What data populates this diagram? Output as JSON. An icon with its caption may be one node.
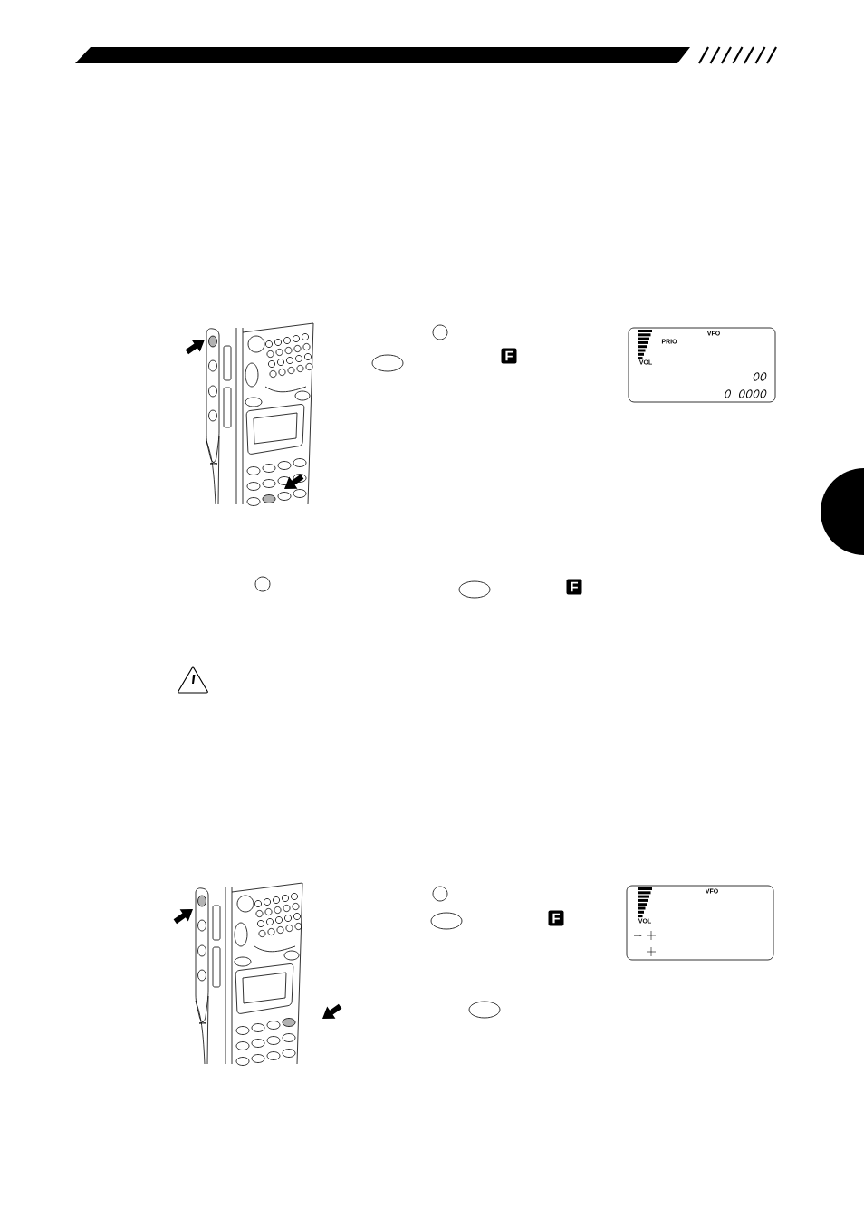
{
  "diagram": {
    "labels": [
      "F",
      "VFO",
      "PRIO",
      "VOL",
      "00",
      "0 0000",
      "F",
      "F",
      "VFO",
      "VOL"
    ]
  }
}
